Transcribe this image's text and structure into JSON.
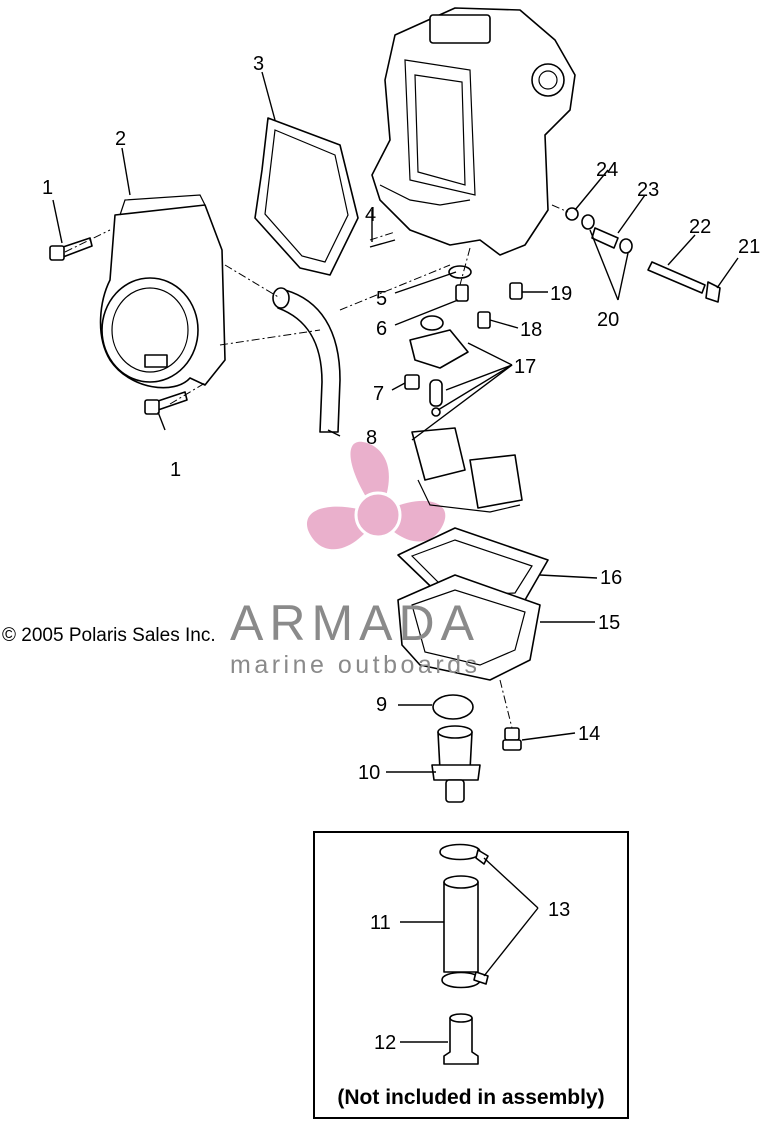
{
  "copyright": "© 2005 Polaris Sales Inc.",
  "watermark": {
    "brand": "ARMADA",
    "tagline": "marine outboards",
    "logo_color": "#e7a3c4",
    "text_color": "#8a8a8a"
  },
  "inset_note": "(Not included in assembly)",
  "callouts": {
    "c1a": "1",
    "c1b": "1",
    "c2": "2",
    "c3": "3",
    "c4": "4",
    "c5": "5",
    "c6": "6",
    "c7": "7",
    "c8": "8",
    "c9": "9",
    "c10": "10",
    "c11": "11",
    "c12": "12",
    "c13": "13",
    "c14": "14",
    "c15": "15",
    "c16": "16",
    "c17": "17",
    "c18": "18",
    "c19": "19",
    "c20": "20",
    "c21": "21",
    "c22": "22",
    "c23": "23",
    "c24": "24"
  }
}
